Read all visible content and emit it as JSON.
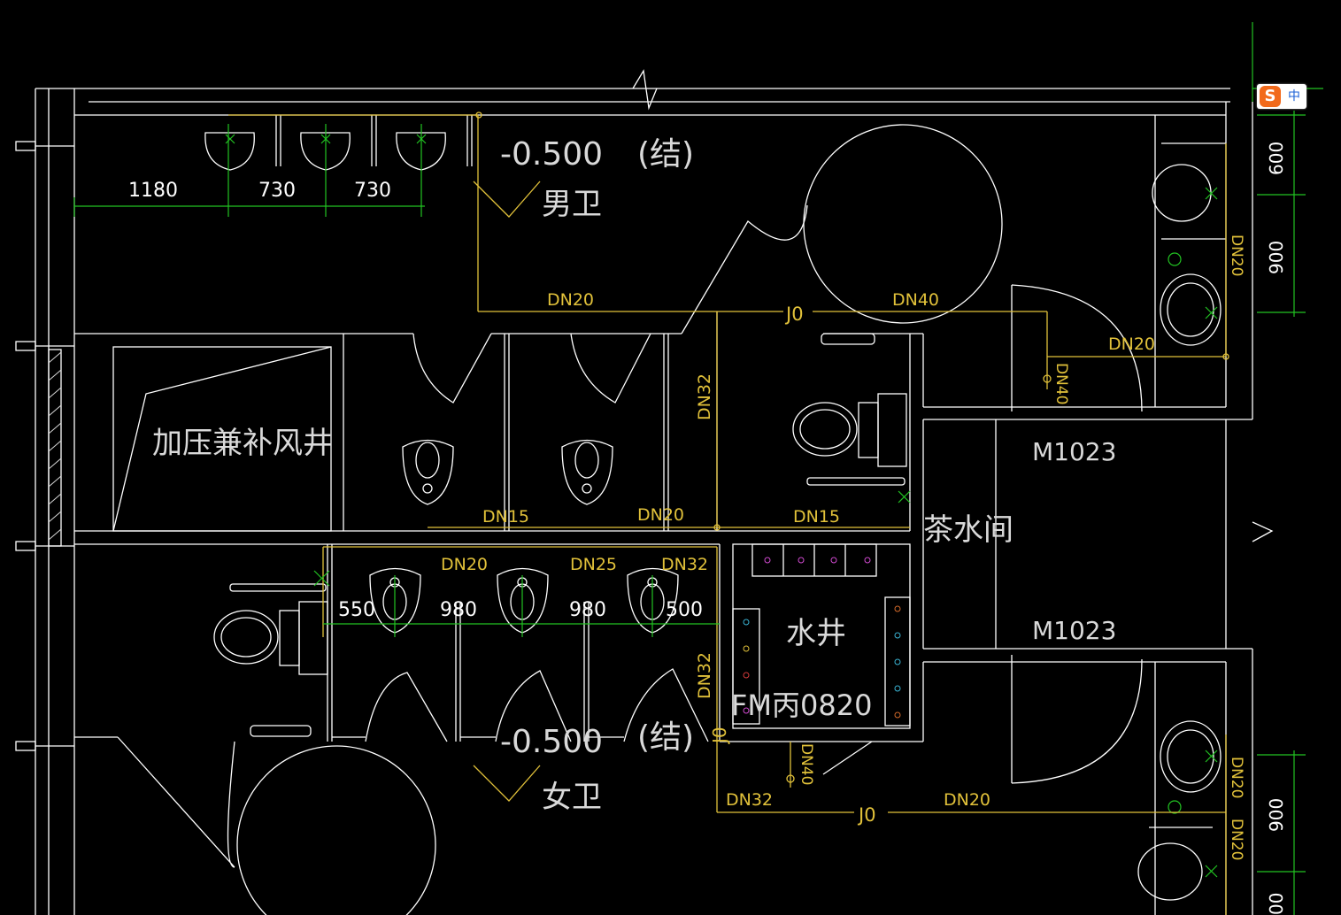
{
  "drawing": {
    "rooms": {
      "mens_room": "男卫",
      "womens_room": "女卫",
      "pressurized_shaft": "加压兼补风井",
      "water_shaft": "水井",
      "tea_room": "茶水间"
    },
    "levels": {
      "mens_level": "-0.500",
      "mens_struct": "(结)",
      "womens_level": "-0.500",
      "womens_struct": "(结)"
    },
    "doors": {
      "m1023_top": "M1023",
      "m1023_bottom": "M1023",
      "fire_door": "FM丙0820"
    },
    "pipes": {
      "dn20_top": "DN20",
      "j0_top": "J0",
      "dn40_top": "DN40",
      "dn32_vert_top": "DN32",
      "dn20_right": "DN20",
      "dn40_vert_right": "DN40",
      "dn15_left": "DN15",
      "dn20_mid": "DN20",
      "dn15_right": "DN15",
      "dn20_women": "DN20",
      "dn25_women": "DN25",
      "dn32_women": "DN32",
      "dn32_vert_women": "DN32",
      "j0_vert_women": "J0",
      "dn40_vert_bottom": "DN40",
      "dn32_bottom": "DN32",
      "j0_bottom": "J0",
      "dn20_bottom": "DN20",
      "dn20_vert_right_top": "DN20",
      "dn20_vert_right_bottom_1": "DN20",
      "dn20_vert_right_bottom_2": "DN20"
    },
    "dimensions": {
      "dim_1180": "1180",
      "dim_730_a": "730",
      "dim_730_b": "730",
      "dim_550": "550",
      "dim_980_a": "980",
      "dim_980_b": "980",
      "dim_500": "500",
      "dim_600": "600",
      "dim_900_top": "900",
      "dim_900_bottom": "900",
      "dim_00_bottom": "00"
    }
  },
  "ime": {
    "logo": "S",
    "mode": "中"
  },
  "colors": {
    "background": "#000000",
    "walls": "#ffffff",
    "pipes": "#e1c13a",
    "dimensions": "#22c322"
  }
}
